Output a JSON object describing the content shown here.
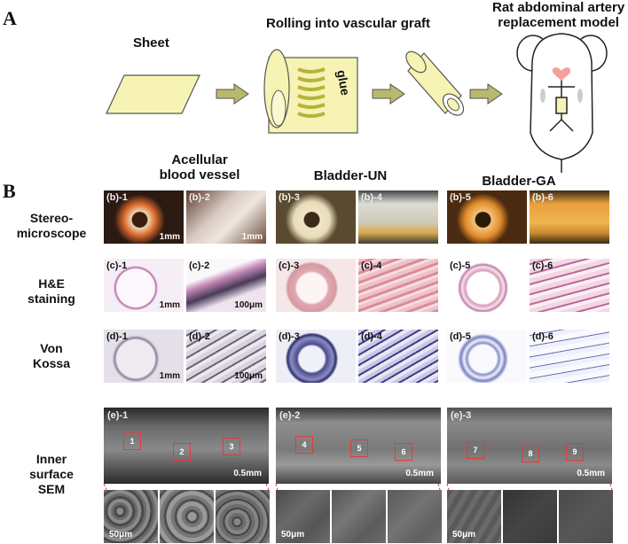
{
  "panels": {
    "a": "A",
    "b": "B"
  },
  "schematic": {
    "sheet": "Sheet",
    "rolling": "Rolling into vascular graft",
    "glue": "glue",
    "model_line1": "Rat abdominal artery",
    "model_line2": "replacement model"
  },
  "columns": [
    {
      "line1": "Acellular",
      "line2": "blood vessel"
    },
    {
      "line1": "Bladder-UN",
      "line2": ""
    },
    {
      "line1": "Bladder-GA",
      "line2": ""
    }
  ],
  "rows": [
    {
      "line1": "Stereo-",
      "line2": "microscope"
    },
    {
      "line1": "H&E",
      "line2": "staining"
    },
    {
      "line1": "Von",
      "line2": "Kossa"
    },
    {
      "line1": "Inner",
      "line2": "surface",
      "line3": "SEM"
    }
  ],
  "tiles": {
    "b": [
      "(b)-1",
      "(b)-2",
      "(b)-3",
      "(b)-4",
      "(b)-5",
      "(b)-6"
    ],
    "c": [
      "(c)-1",
      "(c)-2",
      "(c)-3",
      "(c)-4",
      "(c)-5",
      "(c)-6"
    ],
    "d": [
      "(d)-1",
      "(d)-2",
      "(d)-3",
      "(d)-4",
      "(d)-5",
      "(d)-6"
    ]
  },
  "scales": {
    "mm1": "1mm",
    "um100": "100μm",
    "mm05": "0.5mm",
    "um50": "50μm"
  },
  "sem": {
    "tags": [
      "(e)-1",
      "(e)-2",
      "(e)-3"
    ],
    "boxes": [
      "1",
      "2",
      "3",
      "4",
      "5",
      "6",
      "7",
      "8",
      "9"
    ]
  },
  "colors": {
    "arrow": "#a8a860",
    "sheet": "#f7f3b4",
    "glue": "#b6b43a",
    "box": "#e23b3b"
  }
}
